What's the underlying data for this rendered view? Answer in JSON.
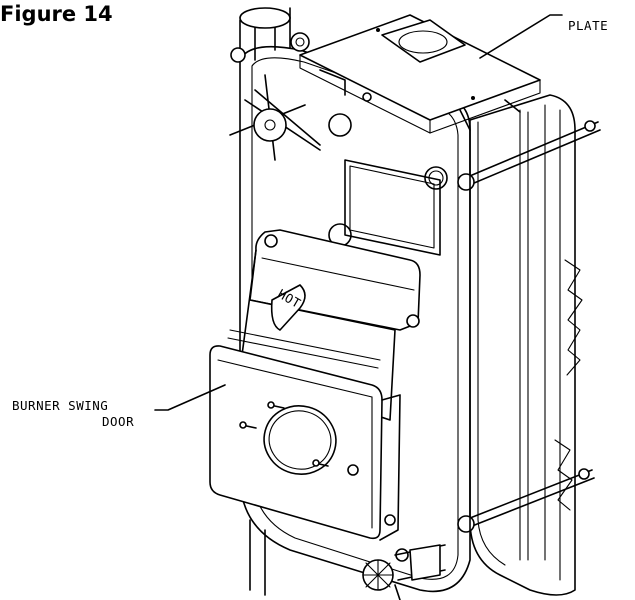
{
  "figure": {
    "title": "Figure 14",
    "labels": {
      "plate": "PLATE",
      "burner_line1": "BURNER SWING",
      "burner_line2": "DOOR",
      "hot": "HOT"
    }
  }
}
